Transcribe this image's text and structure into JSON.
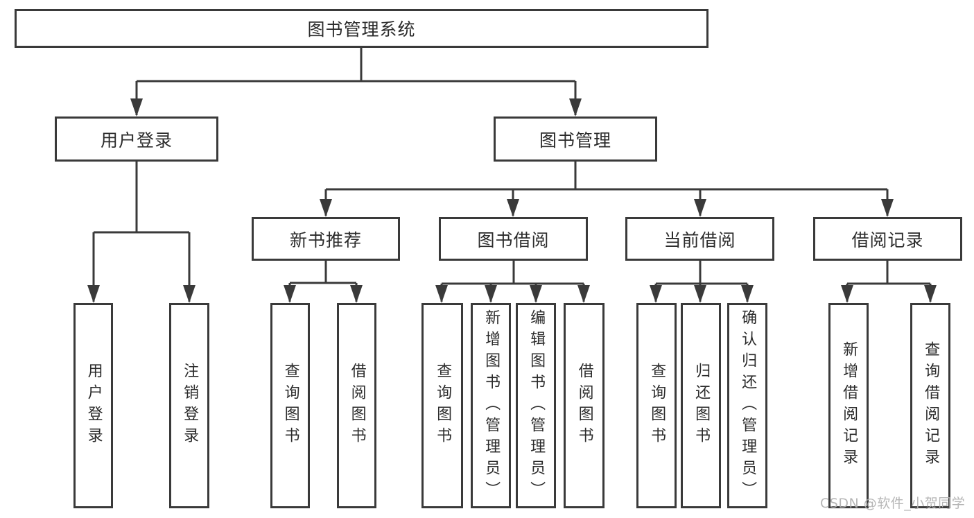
{
  "diagram": {
    "title": "图书管理系统",
    "watermark": "CSDN @软件_小贺同学",
    "colors": {
      "line": "#3a3a3a",
      "box_border": "#3a3a3a",
      "box_background": "#ffffff",
      "text": "#2b2b2b",
      "watermark": "#b0b0b0",
      "page_background": "#ffffff"
    },
    "nodes": {
      "root": "图书管理系统",
      "level2": [
        "用户登录",
        "图书管理"
      ],
      "level3": [
        "新书推荐",
        "图书借阅",
        "当前借阅",
        "借阅记录"
      ],
      "leaves": {
        "user_login": [
          "用户登录",
          "注销登录"
        ],
        "new_books": [
          "查询图书",
          "借阅图书"
        ],
        "book_borrow": [
          "查询图书",
          "新增图书（管理员）",
          "编辑图书（管理员）",
          "借阅图书"
        ],
        "current_borrow": [
          "查询图书",
          "归还图书",
          "确认归还（管理员）"
        ],
        "borrow_records": [
          "新增借阅记录",
          "查询借阅记录"
        ]
      }
    },
    "edges": [
      "图书管理系统→用户登录",
      "图书管理系统→图书管理",
      "用户登录→用户登录",
      "用户登录→注销登录",
      "图书管理→新书推荐",
      "图书管理→图书借阅",
      "图书管理→当前借阅",
      "图书管理→借阅记录",
      "新书推荐→查询图书",
      "新书推荐→借阅图书",
      "图书借阅→查询图书",
      "图书借阅→新增图书（管理员）",
      "图书借阅→编辑图书（管理员）",
      "图书借阅→借阅图书",
      "当前借阅→查询图书",
      "当前借阅→归还图书",
      "当前借阅→确认归还（管理员）",
      "借阅记录→新增借阅记录",
      "借阅记录→查询借阅记录"
    ]
  }
}
